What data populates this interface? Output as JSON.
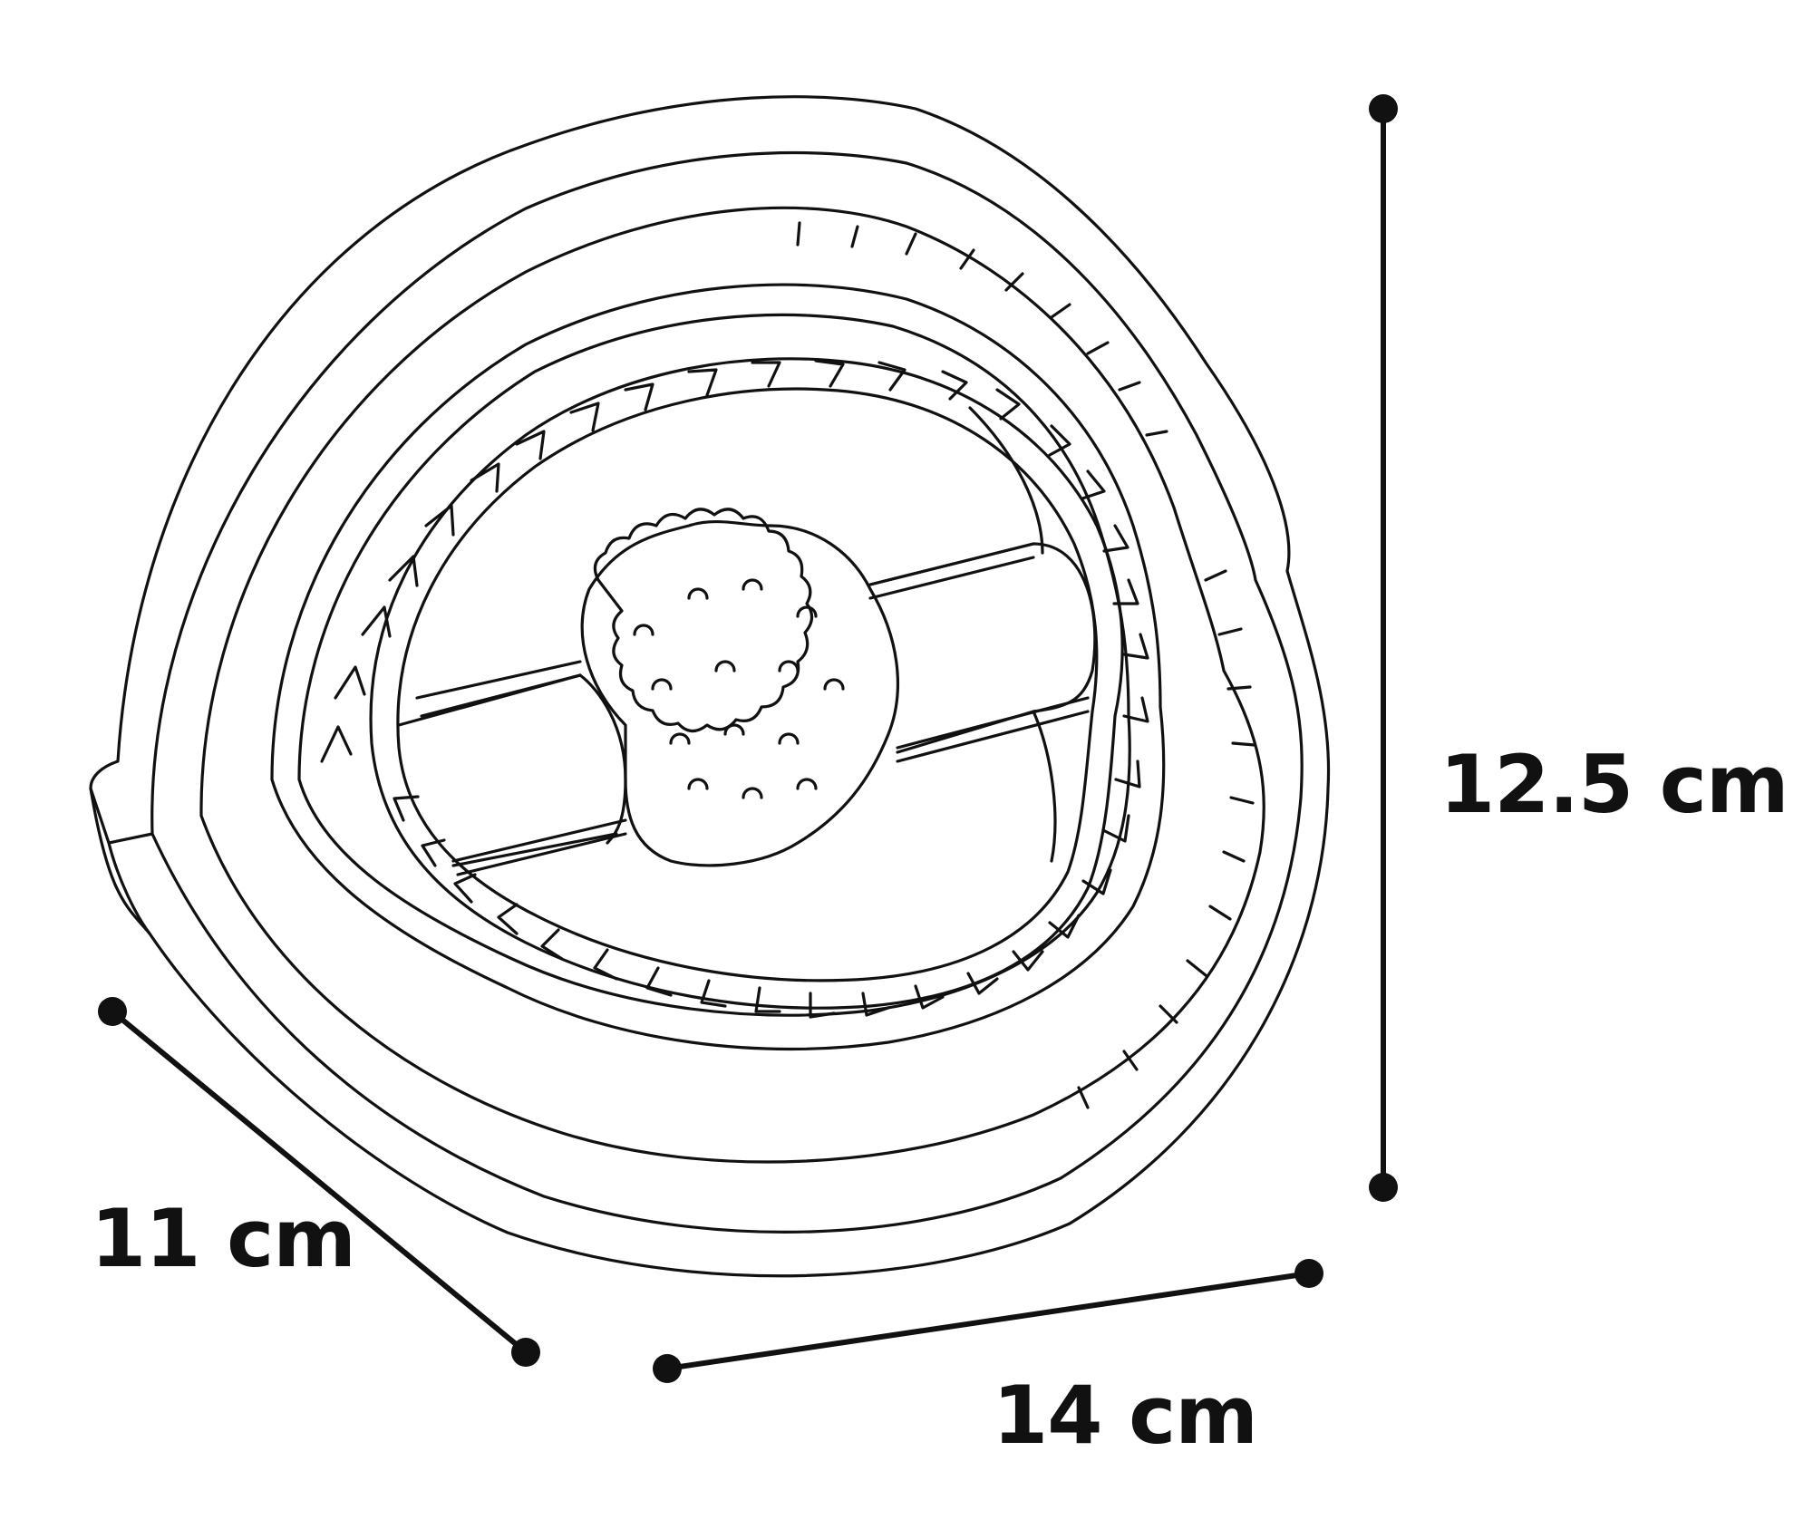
{
  "dimensions": {
    "height": "12.5 cm",
    "depth": "11 cm",
    "width": "14 cm"
  },
  "colors": {
    "line": "#111111",
    "background": "#ffffff"
  }
}
